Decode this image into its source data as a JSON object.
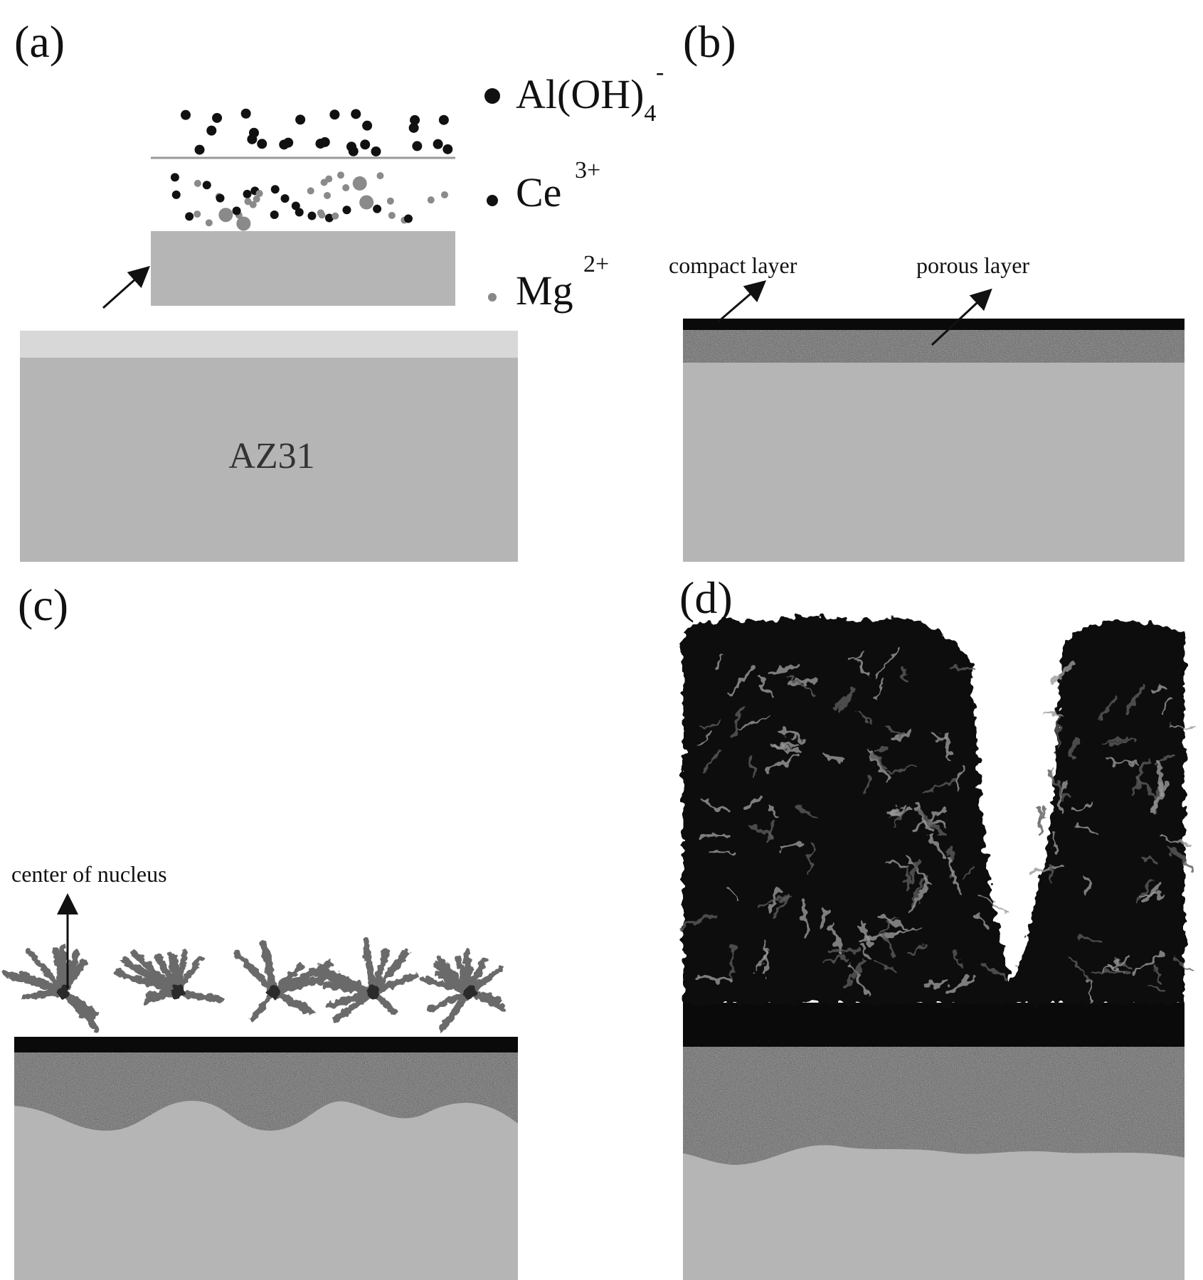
{
  "panels": {
    "a": {
      "label": "(a)",
      "substrate_label": "AZ31"
    },
    "b": {
      "label": "(b)",
      "compact_layer_label": "compact layer",
      "porous_layer_label": "porous layer"
    },
    "c": {
      "label": "(c)",
      "nucleus_label": "center of nucleus"
    },
    "d": {
      "label": "(d)"
    }
  },
  "legend": [
    {
      "name": "Al(OH)",
      "sub": "4",
      "sup": "-",
      "color": "#111111"
    },
    {
      "name": "Ce",
      "sub": "",
      "sup": "3+",
      "color": "#111111"
    },
    {
      "name": "Mg",
      "sub": "",
      "sup": "2+",
      "color": "#888888"
    }
  ],
  "colors": {
    "substrate": "#b5b5b5",
    "oxide_film": "#d8d8d8",
    "compact_layer": "#0a0a0a",
    "porous_layer": "#5a5a5a",
    "ion_black": "#111111",
    "ion_gray": "#8a8a8a"
  }
}
